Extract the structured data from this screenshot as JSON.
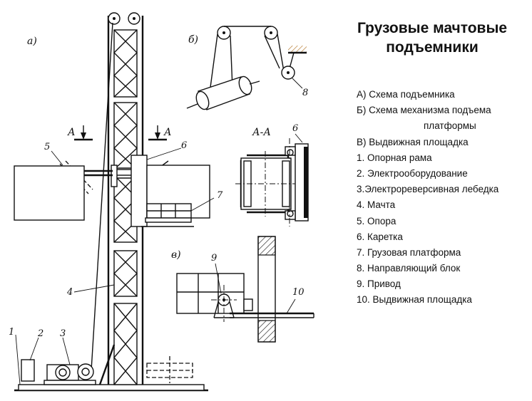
{
  "title": "Грузовые мачтовые подъемники",
  "legend": [
    "А) Схема подъемника",
    "Б) Схема механизма подъема",
    "платформы",
    "В)  Выдвижная площадка",
    "1. Опорная рама",
    "2. Электрооборудование",
    "3.Электрореверсивная лебедка",
    "4. Мачта",
    "5. Опора",
    "6. Каретка",
    "7. Грузовая платформа",
    "8. Направляющий блок",
    "9. Привод",
    "10. Выдвижная площадка"
  ],
  "view_labels": {
    "a": "а)",
    "b": "б)",
    "v": "в)",
    "section": "А-А",
    "cut_left": "А",
    "cut_right": "А"
  },
  "part_numbers": {
    "p1": "1",
    "p2": "2",
    "p3": "3",
    "p4": "4",
    "p5": "5",
    "p6": "6",
    "p7": "7",
    "p8": "8",
    "p9": "9",
    "p10": "10",
    "p6b": "6"
  }
}
